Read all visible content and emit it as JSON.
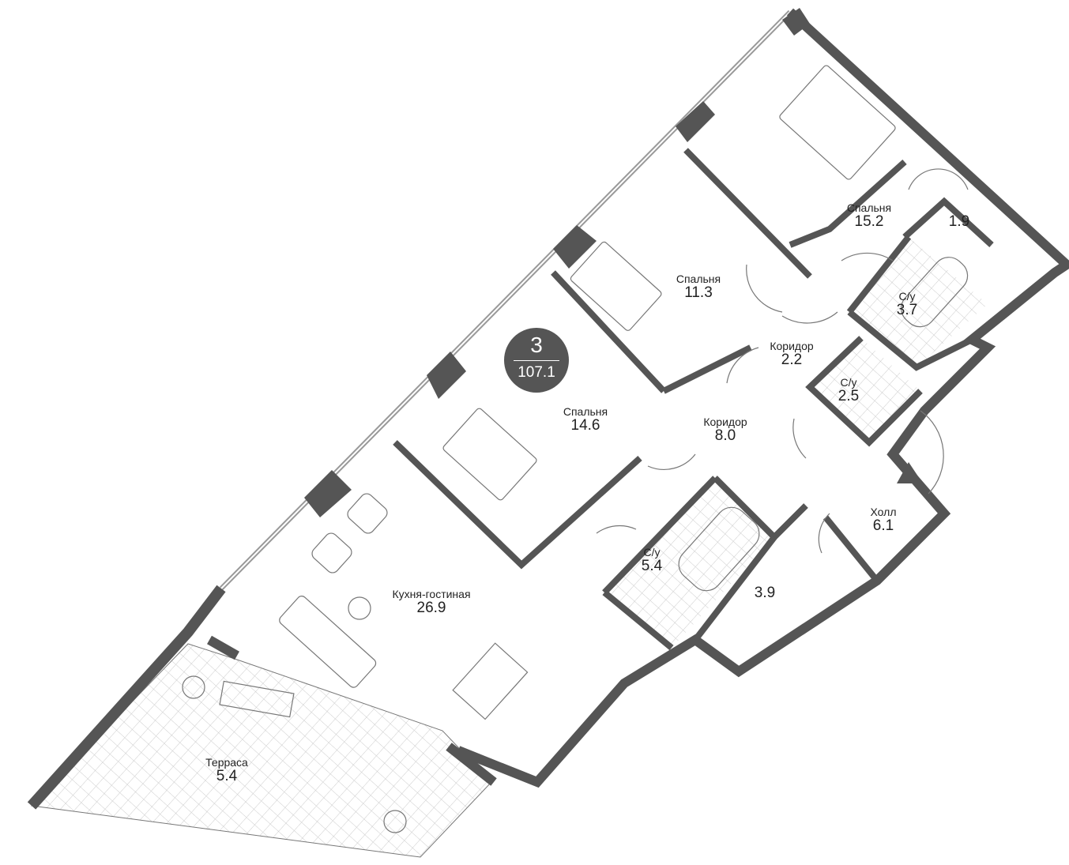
{
  "apartment": {
    "rooms": "3",
    "total_area": "107.1"
  },
  "rooms": [
    {
      "name": "Спальня",
      "area": "15.2"
    },
    {
      "name": "",
      "area": "1.9"
    },
    {
      "name": "Спальня",
      "area": "11.3"
    },
    {
      "name": "С/у",
      "area": "3.7"
    },
    {
      "name": "Коридор",
      "area": "2.2"
    },
    {
      "name": "С/у",
      "area": "2.5"
    },
    {
      "name": "Спальня",
      "area": "14.6"
    },
    {
      "name": "Коридор",
      "area": "8.0"
    },
    {
      "name": "Холл",
      "area": "6.1"
    },
    {
      "name": "С/у",
      "area": "5.4"
    },
    {
      "name": "",
      "area": "3.9"
    },
    {
      "name": "Кухня-гостиная",
      "area": "26.9"
    },
    {
      "name": "Терраса",
      "area": "5.4"
    }
  ],
  "colors": {
    "wall": "#555555",
    "line": "#777777",
    "tile": "#cccccc"
  }
}
